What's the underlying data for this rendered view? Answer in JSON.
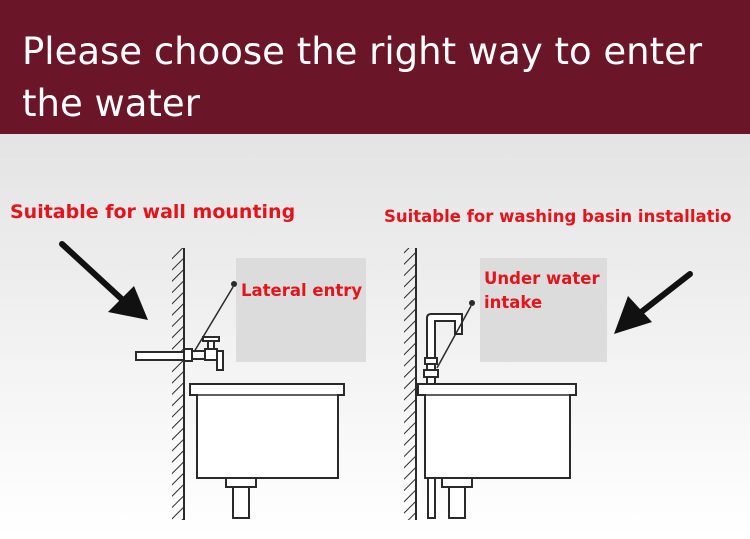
{
  "banner": {
    "title": "Please choose the right way to enter the water",
    "bg_color": "#6b1628"
  },
  "labels": {
    "left_title": "Suitable for wall mounting",
    "right_title": "Suitable for washing basin installatio",
    "lateral": "Lateral entry",
    "under": "Under water intake"
  },
  "colors": {
    "label_red": "#e4141c",
    "stroke": "#2a2a2a",
    "panel_gray": "#dcdcdc"
  },
  "icons": {
    "arrow_left": "arrow-down-right-icon",
    "arrow_right": "arrow-down-left-icon",
    "faucet_wall": "wall-faucet-icon",
    "faucet_basin": "basin-faucet-icon"
  }
}
